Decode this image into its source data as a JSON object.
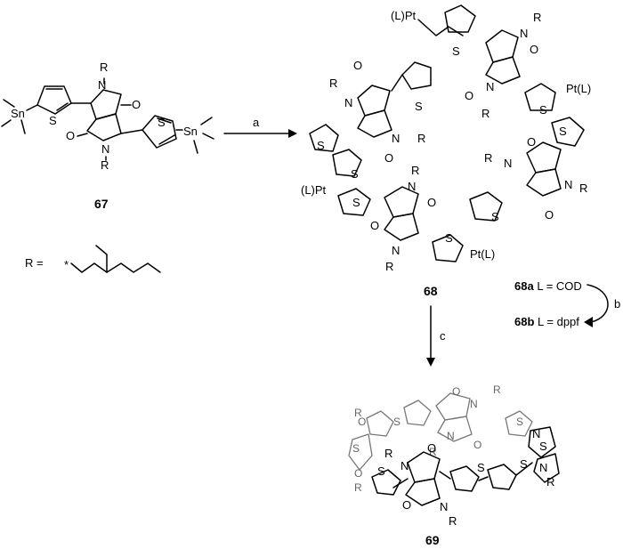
{
  "compounds": {
    "c67": "67",
    "c68": "68",
    "c69": "69",
    "c68a": "68a",
    "c68b": "68b"
  },
  "variants": {
    "v68a": "L = COD",
    "v68b": "L = dppf"
  },
  "steps": {
    "a": "a",
    "b": "b",
    "c": "c"
  },
  "r_def": "R =",
  "atoms": {
    "sn": "Sn",
    "s": "S",
    "n": "N",
    "o": "O",
    "r": "R",
    "pt": "Pt",
    "ptl": "Pt(L)",
    "lpt": "(L)Pt"
  },
  "colors": {
    "dpp_fill": "#f3a58e",
    "thiophene_fill": "#a9aee6"
  }
}
